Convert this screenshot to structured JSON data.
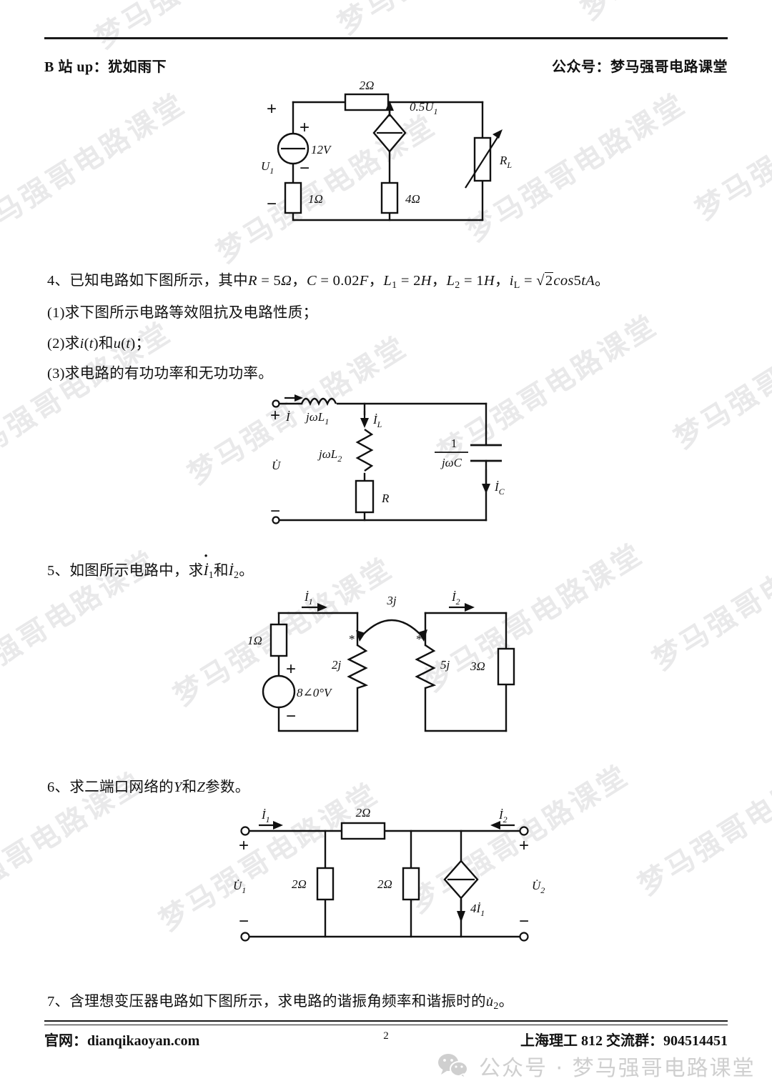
{
  "header": {
    "left": "B 站 up：犹如雨下",
    "right": "公众号：梦马强哥电路课堂"
  },
  "watermark": {
    "text": "梦马强哥电路课堂",
    "color": "#e9e9ea"
  },
  "figure1": {
    "name": "circuit-thevenin-variable-load",
    "labels": {
      "r_series": "2Ω",
      "source": "12V",
      "u1": "U1",
      "r_bottom": "1Ω",
      "dep_source": "0.5U1",
      "r_shunt": "4Ω",
      "load": "RL",
      "plus": "+",
      "minus": "−"
    }
  },
  "problem4": {
    "line1": "4、已知电路如下图所示，其中R = 5Ω，C = 0.02F，L₁ = 2H，L₂ = 1H，i_L = √2cos5tA。",
    "line2": "(1)求下图所示电路等效阻抗及电路性质；",
    "line3": "(2)求i(t)和u(t)；",
    "line4": "(3)求电路的有功功率和无功功率。",
    "values": {
      "R": "5Ω",
      "C": "0.02F",
      "L1": "2H",
      "L2": "1H",
      "iL": "√2cos5tA"
    }
  },
  "figure2": {
    "name": "circuit-ac-impedance",
    "labels": {
      "current_in": "İ",
      "l1": "jωL1",
      "il": "İL",
      "l2": "jωL2",
      "r": "R",
      "cap_num": "1",
      "cap_den": "jωC",
      "ic": "İC",
      "u": "U̇",
      "plus": "+",
      "minus": "−"
    }
  },
  "problem5": {
    "text": "5、如图所示电路中，求İ1和İ2。"
  },
  "figure3": {
    "name": "circuit-coupled-inductors",
    "labels": {
      "r1": "1Ω",
      "source": "8∠0°V",
      "i1": "İ1",
      "i2": "İ2",
      "l1": "2j",
      "l2": "5j",
      "mutual": "3j",
      "r2": "3Ω",
      "dot": "*",
      "plus": "+",
      "minus": "−"
    }
  },
  "problem6": {
    "text": "6、求二端口网络的Y和Z参数。"
  },
  "figure4": {
    "name": "circuit-two-port-network",
    "labels": {
      "i1": "İ1",
      "i2": "İ2",
      "u1": "U̇1",
      "u2": "U̇2",
      "r_series": "2Ω",
      "r_shunt1": "2Ω",
      "r_shunt2": "2Ω",
      "dep_source": "4İ1",
      "plus": "+",
      "minus": "−"
    }
  },
  "problem7": {
    "text": "7、含理想变压器电路如下图所示，求电路的谐振角频率和谐振时的u̇2。"
  },
  "footer": {
    "left": "官网：dianqikaoyan.com",
    "page": "2",
    "right": "上海理工 812 交流群：904514451"
  },
  "banner": {
    "text": "公众号 · 梦马强哥电路课堂",
    "icon": "wechat-icon",
    "color": "#cfcfcf"
  }
}
